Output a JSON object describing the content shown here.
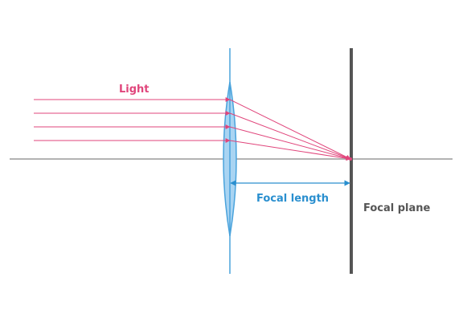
{
  "labels": {
    "light": "Light",
    "focal_length": "Focal length",
    "focal_plane": "Focal plane"
  },
  "colors": {
    "light": "#e0457b",
    "focal_length": "#2a8fcf",
    "focal_plane": "#555555",
    "lens_fill": "#a9d4f2",
    "lens_stroke": "#4aa3dc",
    "optical_axis": "#9a9a9a",
    "ray": "#e0457b"
  },
  "rays": {
    "count": 4
  }
}
